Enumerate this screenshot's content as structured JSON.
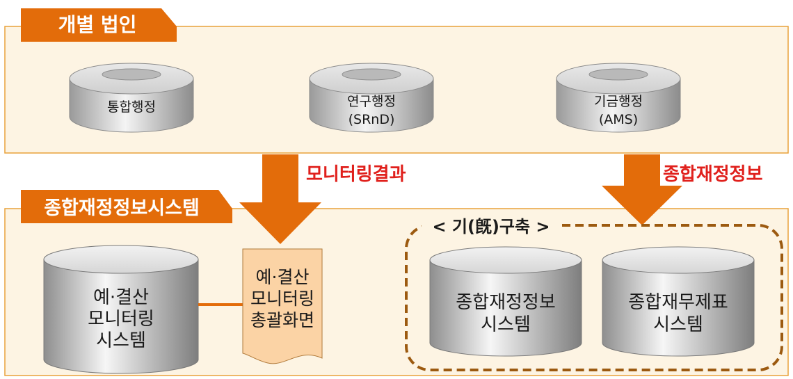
{
  "top_panel": {
    "title": "개별 법인",
    "discs": [
      {
        "line1": "통합행정",
        "line2": ""
      },
      {
        "line1": "연구행정",
        "line2": "(SRnD)"
      },
      {
        "line1": "기금행정",
        "line2": "(AMS)"
      }
    ]
  },
  "flows": {
    "left_label": "모니터링결과",
    "right_label": "종합재정정보"
  },
  "bottom_panel": {
    "title": "종합재정정보시스템",
    "monitor_db": {
      "line1": "예·결산",
      "line2": "모니터링",
      "line3": "시스템"
    },
    "document": {
      "line1": "예·결산",
      "line2": "모니터링",
      "line3": "총괄화면"
    },
    "existing_group": {
      "label": "< 기(旣)구축 >",
      "dbs": [
        {
          "line1": "종합재정정보",
          "line2": "시스템"
        },
        {
          "line1": "종합재무제표",
          "line2": "시스템"
        }
      ]
    }
  },
  "colors": {
    "tab_fill": "#e36c0a",
    "panel_fill": "#fdf4e3",
    "panel_border": "#e8a23a",
    "arrow_fill": "#e36c0a",
    "flow_text": "#e0201c",
    "document_fill": "#fbd3a5",
    "dash_border": "#9c5a10"
  }
}
